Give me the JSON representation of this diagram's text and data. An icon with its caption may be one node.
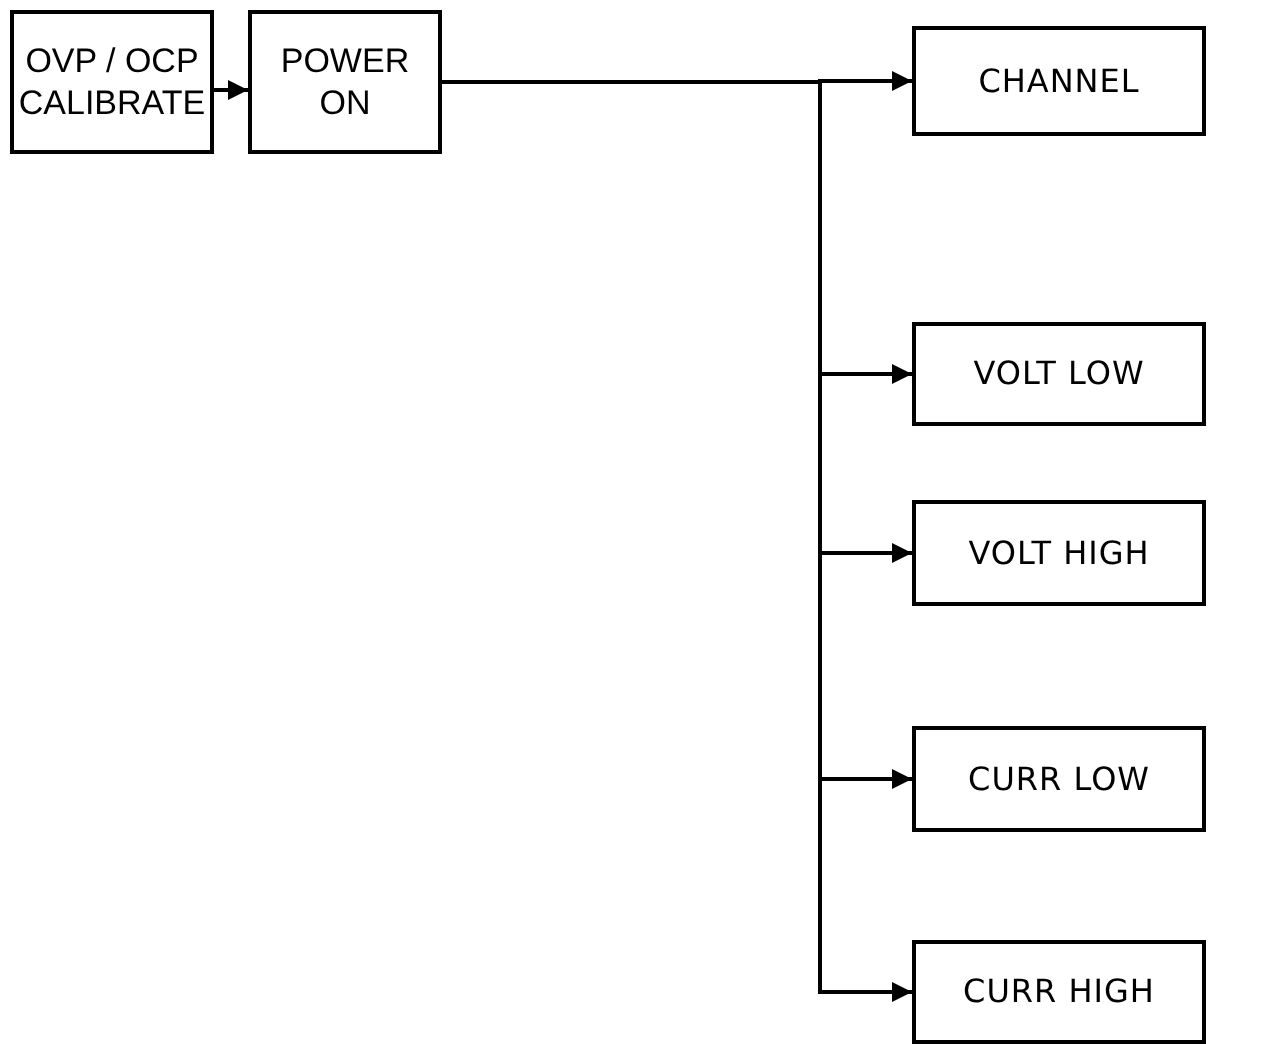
{
  "diagram": {
    "nodes": [
      {
        "text": [
          "OVP / OCP CALIBRATE"
        ]
      },
      {
        "text": [
          "POWER ON"
        ]
      },
      {
        "text": [
          "CHANNEL"
        ]
      },
      {
        "text": [
          "VOLT LOW"
        ]
      },
      {
        "text": [
          "VOLT HIGH"
        ]
      },
      {
        "text": [
          "CURR LOW"
        ]
      },
      {
        "text": [
          "CURR HIGH"
        ]
      }
    ],
    "edges": [
      {
        "from": 0,
        "to": 1,
        "arrow": "to"
      },
      {
        "from": 1,
        "to": 2,
        "arrow": "to"
      },
      {
        "from": 1,
        "to": 3,
        "arrow": "to"
      },
      {
        "from": 1,
        "to": 4,
        "arrow": "to"
      },
      {
        "from": 1,
        "to": 5,
        "arrow": "to"
      },
      {
        "from": 1,
        "to": 6,
        "arrow": "to"
      }
    ]
  }
}
